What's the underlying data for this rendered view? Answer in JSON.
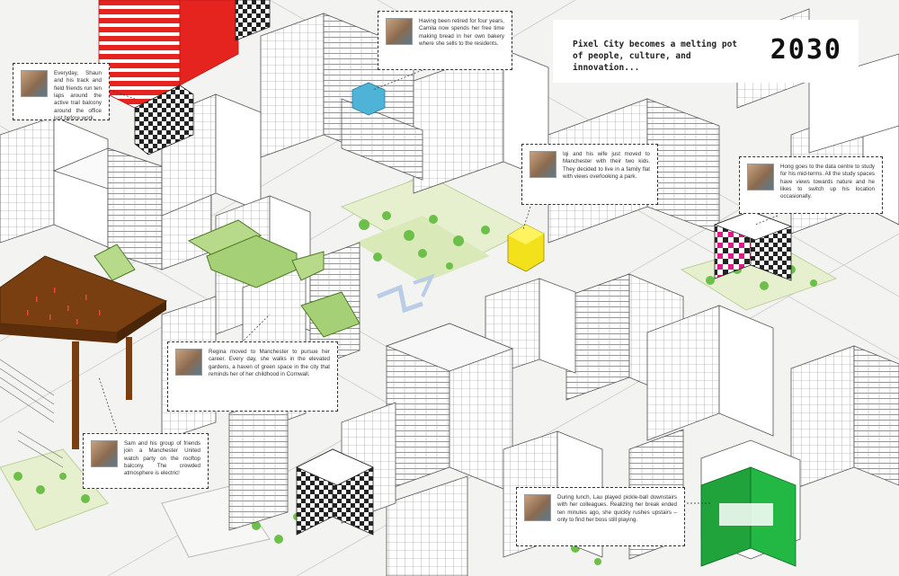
{
  "header": {
    "headline": "Pixel City becomes a melting pot of people, culture, and innovation...",
    "year": "2030"
  },
  "colors": {
    "background": "#f3f3f1",
    "building": "#ffffff",
    "outline": "#555555",
    "green_space": "#b6d98a",
    "rooftop_park": "#8fc45c",
    "red_tower": "#e52420",
    "brown_canopy": "#7a3f10",
    "cyan_balcony": "#4fb3d8",
    "yellow_flat": "#f2e11b",
    "magenta_block": "#e0178a",
    "green_block": "#1fa33a",
    "blue_walkway": "#b9cde6"
  },
  "stories": [
    {
      "id": "shaun",
      "text": "Everyday, Shaun and his track and field friends run ten laps around the active trail balcony around the office just before work."
    },
    {
      "id": "camila",
      "text": "Having been retired for four years, Camila now spends her free time making bread in her own bakery where she sells to the residents."
    },
    {
      "id": "iqi",
      "text": "Iqi and his wife just moved to Manchester with their two kids. They decided to live in a family flat with views overlooking a park."
    },
    {
      "id": "hong",
      "text": "Hong goes to the data centre to study for his mid-terms. All the study spaces have views towards nature and he likes to switch up his location occasionally."
    },
    {
      "id": "regina",
      "text": "Regina moved to Manchester to pursue her career. Every day, she walks in the elevated gardens, a haven of green space in the city that reminds her of her childhood in Cornwall."
    },
    {
      "id": "sam",
      "text": "Sam and his group of friends join a Manchester United watch party on the rooftop balcony. The crowded atmosphere is electric!"
    },
    {
      "id": "lau",
      "text": "During lunch, Lau played pickle-ball downstairs with her colleagues. Realizing her break ended ten minutes ago, she quickly rushes upstairs – only to find her boss still playing."
    }
  ]
}
